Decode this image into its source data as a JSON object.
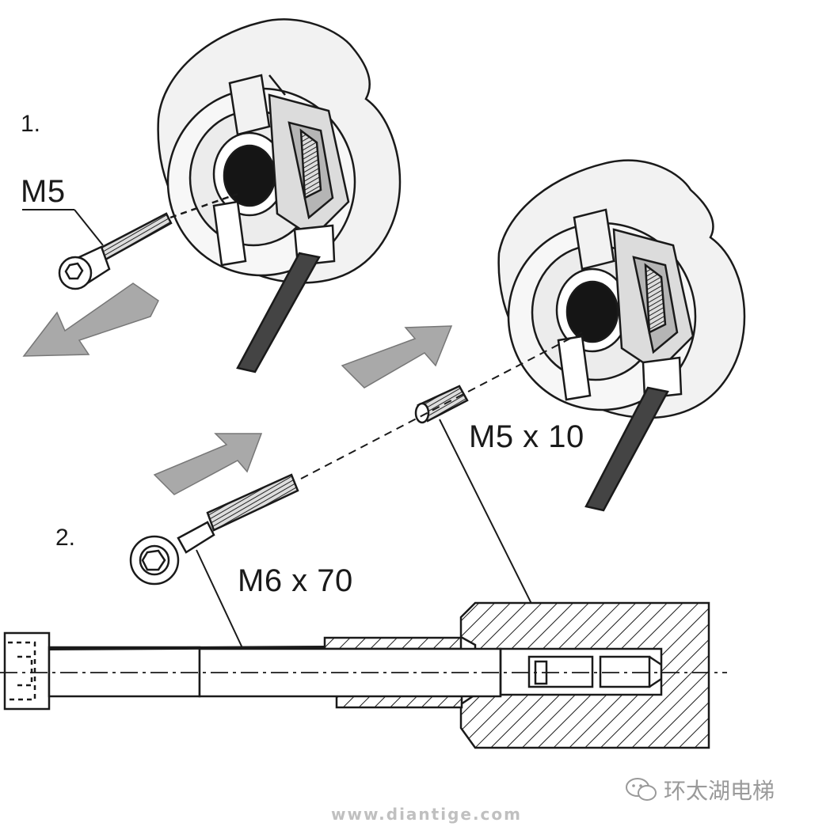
{
  "steps": {
    "one": "1.",
    "two": "2."
  },
  "labels": {
    "m5": "M5",
    "m5x10": "M5 x 10",
    "m6x70": "M6 x 70"
  },
  "watermark": {
    "account": "环太湖电梯",
    "site": "www.diantige.com",
    "icon": "wechat-icon"
  },
  "colors": {
    "arrow": "#a9a9a9",
    "ink": "#1a1a1a",
    "encoder_body": "#f2f2f2",
    "cable": "#444444"
  }
}
